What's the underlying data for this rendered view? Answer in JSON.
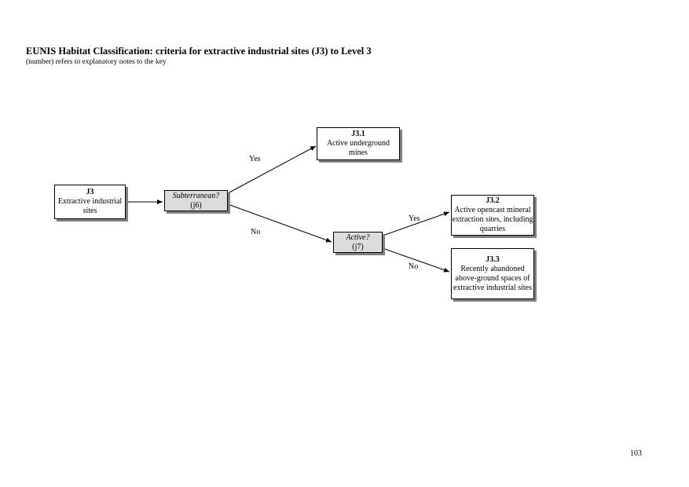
{
  "header": {
    "title": "EUNIS Habitat Classification: criteria for extractive industrial sites (J3) to Level 3",
    "subtitle": "(number) refers to explanatory notes to the key"
  },
  "nodes": {
    "j3": {
      "code": "J3",
      "label": "Extractive industrial sites"
    },
    "subterranean": {
      "question": "Subterranean?",
      "note": "(j6)"
    },
    "j3_1": {
      "code": "J3.1",
      "label": "Active underground mines"
    },
    "active": {
      "question": "Active?",
      "note": "(j7)"
    },
    "j3_2": {
      "code": "J3.2",
      "label": "Active opencast mineral extraction sites, including quarries"
    },
    "j3_3": {
      "code": "J3.3",
      "label": "Recently abandoned above-ground spaces of extractive industrial sites"
    }
  },
  "edges": {
    "subterranean_yes": "Yes",
    "subterranean_no": "No",
    "active_yes": "Yes",
    "active_no": "No"
  },
  "footer": {
    "page_number": "103"
  }
}
